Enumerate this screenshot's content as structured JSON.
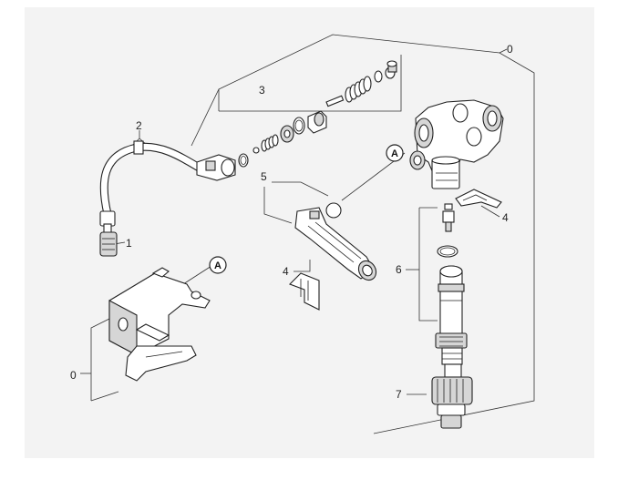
{
  "callouts": {
    "c0_top": "0",
    "c0_left": "0",
    "c1": "1",
    "c2": "2",
    "c3": "3",
    "c4_right": "4",
    "c4_left": "4",
    "c5": "5",
    "c6": "6",
    "c7": "7"
  },
  "badges": {
    "a_left": "A",
    "a_right": "A"
  },
  "colors": {
    "panel": "#f3f3f3",
    "line": "#222222",
    "part_fill": "#ffffff",
    "shade": "#d6d6d6"
  }
}
